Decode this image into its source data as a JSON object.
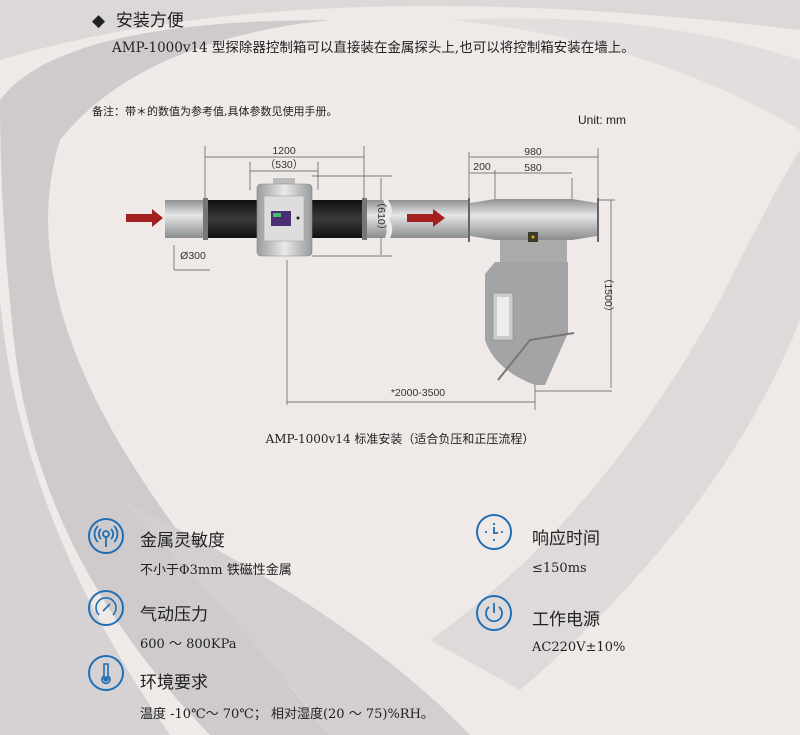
{
  "section": {
    "bullet": "◆",
    "title": "安装方便",
    "intro": "AMP-1000v14 型探除器控制箱可以直接装在金属探头上,也可以将控制箱安装在墙上。",
    "note": "备注：带＊的数值为参考值,具体参数见使用手册。",
    "unit": "Unit:  mm"
  },
  "diagram": {
    "dims": {
      "d1200": "1200",
      "d530": "（530）",
      "d980": "980",
      "d200": "200",
      "d580": "580",
      "d610": "（610）",
      "d1500": "（1500）",
      "d300": "Ø300",
      "d2000": "*2000-3500"
    },
    "caption": "AMP-1000v14 标准安装（适合负压和正压流程）",
    "colors": {
      "arrow": "#a3201f",
      "hose": "#1a1a1a",
      "pipe": "#c9c9cb",
      "accent": "#1f6fb5"
    }
  },
  "features": [
    {
      "icon": "signal-icon",
      "title": "金属灵敏度",
      "value": "不小于Φ3mm 铁磁性金属"
    },
    {
      "icon": "gauge-icon",
      "title": "气动压力",
      "value": "600 ～ 800KPa"
    },
    {
      "icon": "thermometer-icon",
      "title": "环境要求",
      "value": "温度 -10℃～ 70℃； 相对湿度(20 ～ 75)%RH。"
    },
    {
      "icon": "clock-icon",
      "title": "响应时间",
      "value": "≤150ms"
    },
    {
      "icon": "power-icon",
      "title": "工作电源",
      "value": "AC220V±10%"
    }
  ]
}
